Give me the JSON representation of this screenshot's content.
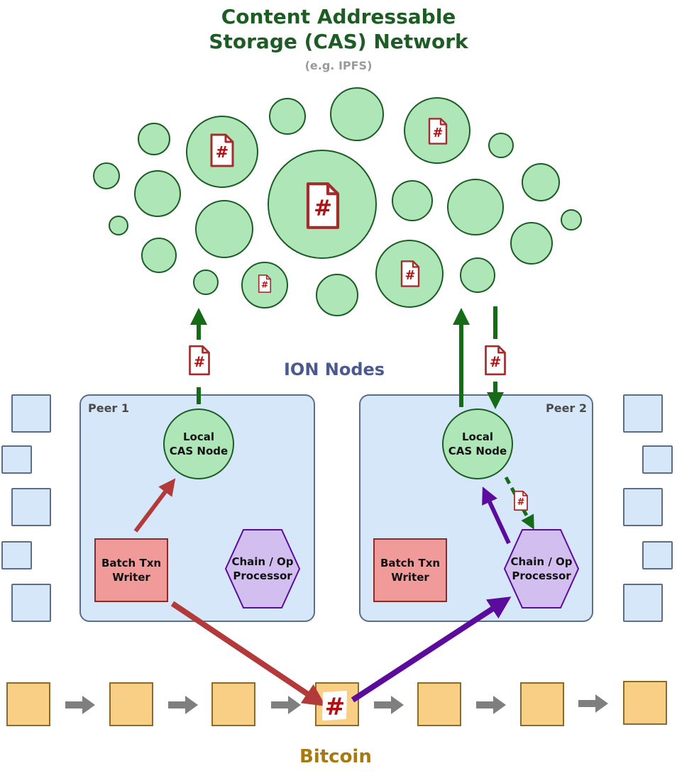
{
  "title": {
    "line1": "Content Addressable",
    "line2": "Storage (CAS) Network",
    "subtitle": "(e.g. IPFS)"
  },
  "ion_nodes_label": "ION Nodes",
  "bitcoin_label": "Bitcoin",
  "peer1": {
    "label": "Peer 1",
    "cas_node": [
      "Local",
      "CAS Node"
    ],
    "batch_writer": [
      "Batch Txn",
      "Writer"
    ],
    "processor": [
      "Chain / Op",
      "Processor"
    ]
  },
  "peer2": {
    "label": "Peer 2",
    "cas_node": [
      "Local",
      "CAS Node"
    ],
    "batch_writer": [
      "Batch Txn",
      "Writer"
    ],
    "processor": [
      "Chain / Op",
      "Processor"
    ]
  },
  "hash_symbol": "#",
  "colors": {
    "title_green": "#1d5c24",
    "ion_blue": "#4a5a8e",
    "bitcoin_gold": "#a67a10",
    "cas_fill": "#aee6b8",
    "peer_fill": "#d5e7f8",
    "writer_red": "#b23a3a",
    "processor_purple": "#5c0c9c",
    "cas_arrow_green": "#166b16",
    "chain_arrow_gray": "#7f7f7f"
  },
  "icons": [
    "hash-document-icon",
    "arrow-right-icon"
  ]
}
